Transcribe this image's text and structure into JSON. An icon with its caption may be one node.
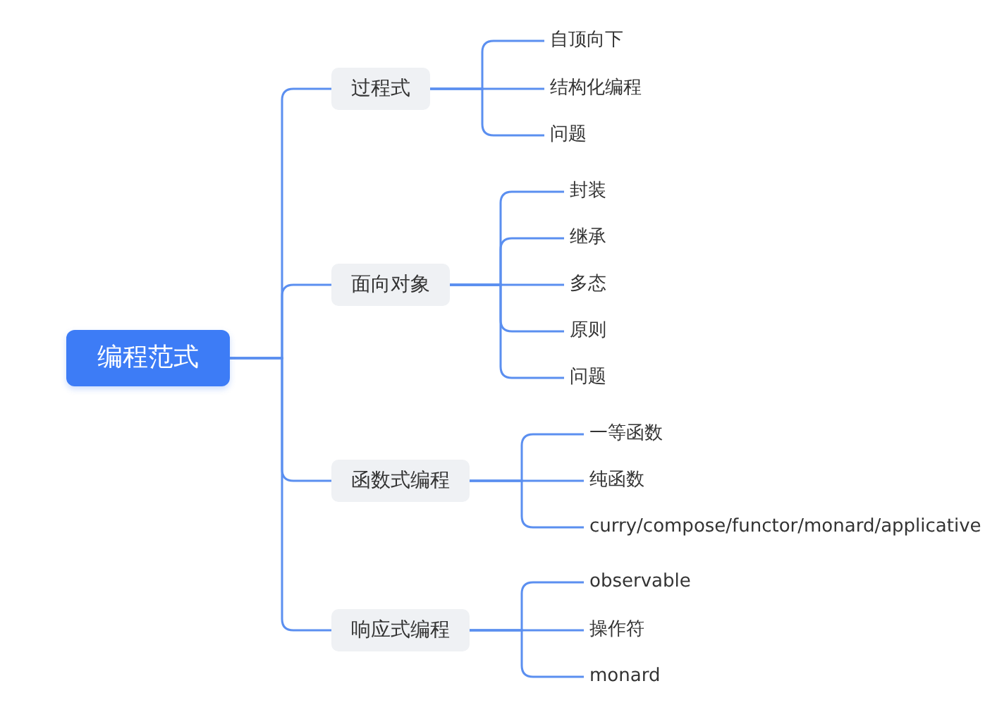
{
  "diagram": {
    "nodes": [
      {
        "text": [
          "编程范式"
        ]
      },
      {
        "text": [
          "过程式"
        ]
      },
      {
        "text": [
          "自顶向下"
        ]
      },
      {
        "text": [
          "结构化编程"
        ]
      },
      {
        "text": [
          "问题"
        ]
      },
      {
        "text": [
          "面向对象"
        ]
      },
      {
        "text": [
          "封装"
        ]
      },
      {
        "text": [
          "继承"
        ]
      },
      {
        "text": [
          "多态"
        ]
      },
      {
        "text": [
          "原则"
        ]
      },
      {
        "text": [
          "问题"
        ]
      },
      {
        "text": [
          "函数式编程"
        ]
      },
      {
        "text": [
          "一等函数"
        ]
      },
      {
        "text": [
          "纯函数"
        ]
      },
      {
        "text": [
          "curry/compose/functor/monard/applicative"
        ]
      },
      {
        "text": [
          "响应式编程"
        ]
      },
      {
        "text": [
          "observable"
        ]
      },
      {
        "text": [
          "操作符"
        ]
      },
      {
        "text": [
          "monard"
        ]
      }
    ],
    "edges": [
      {
        "from": 0,
        "to": 1,
        "arrow": "none"
      },
      {
        "from": 1,
        "to": 2,
        "arrow": "none"
      },
      {
        "from": 1,
        "to": 3,
        "arrow": "none"
      },
      {
        "from": 1,
        "to": 4,
        "arrow": "none"
      },
      {
        "from": 0,
        "to": 5,
        "arrow": "none"
      },
      {
        "from": 5,
        "to": 6,
        "arrow": "none"
      },
      {
        "from": 5,
        "to": 7,
        "arrow": "none"
      },
      {
        "from": 5,
        "to": 8,
        "arrow": "none"
      },
      {
        "from": 5,
        "to": 9,
        "arrow": "none"
      },
      {
        "from": 5,
        "to": 10,
        "arrow": "none"
      },
      {
        "from": 0,
        "to": 11,
        "arrow": "none"
      },
      {
        "from": 11,
        "to": 12,
        "arrow": "none"
      },
      {
        "from": 11,
        "to": 13,
        "arrow": "none"
      },
      {
        "from": 11,
        "to": 14,
        "arrow": "none"
      },
      {
        "from": 0,
        "to": 15,
        "arrow": "none"
      },
      {
        "from": 15,
        "to": 16,
        "arrow": "none"
      },
      {
        "from": 15,
        "to": 17,
        "arrow": "none"
      },
      {
        "from": 15,
        "to": 18,
        "arrow": "none"
      }
    ]
  }
}
